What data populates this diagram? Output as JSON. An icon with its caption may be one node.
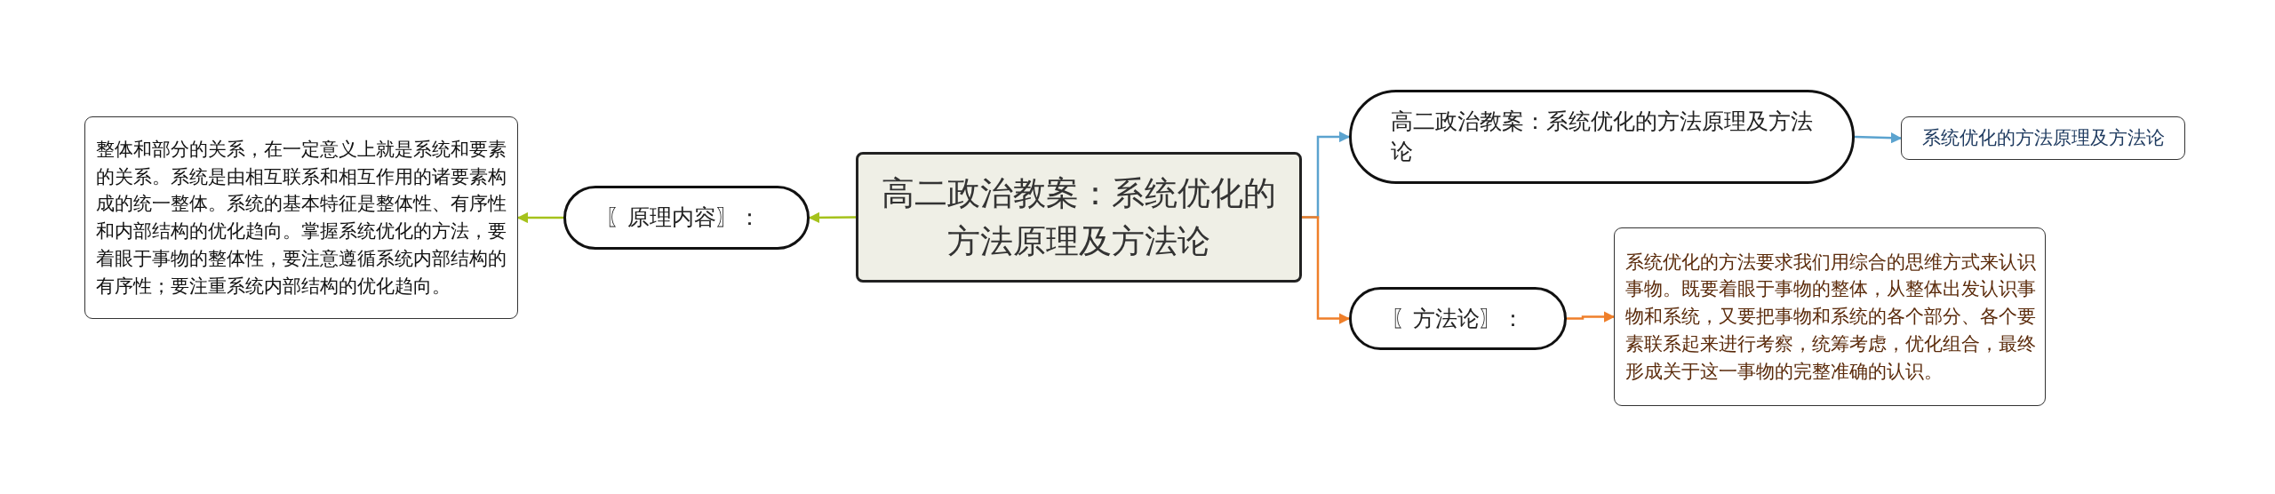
{
  "diagram": {
    "nodes": [
      {
        "text": [
          "高二政治教案：系统优化的方法原理及方法论"
        ]
      },
      {
        "text": [
          "〖原理内容〗："
        ]
      },
      {
        "text": [
          "整体和部分的关系，在一定意义上就是系统和要素的关系。系统是由相互联系和相互作用的诸要素构成的统一整体。系统的基本特征是整体性、有序性和内部结构的优化趋向。掌握系统优化的方法，要着眼于事物的整体性，要注意遵循系统内部结构的有序性；要注重系统内部结构的优化趋向。"
        ]
      },
      {
        "text": [
          "高二政治教案：系统优化的方法原理及方法论"
        ]
      },
      {
        "text": [
          "系统优化的方法原理及方法论"
        ]
      },
      {
        "text": [
          "〖方法论〗："
        ]
      },
      {
        "text": [
          "系统优化的方法要求我们用综合的思维方式来认识事物。既要着眼于事物的整体，从整体出发认识事物和系统，又要把事物和系统的各个部分、各个要素联系起来进行考察，统筹考虑，优化组合，最终形成关于这一事物的完整准确的认识。"
        ]
      }
    ],
    "edges": [
      {
        "from": 0,
        "to": 1,
        "arrow": "to",
        "color": "#a5c21b"
      },
      {
        "from": 1,
        "to": 2,
        "arrow": "to",
        "color": "#a5c21b"
      },
      {
        "from": 0,
        "to": 3,
        "arrow": "to",
        "color": "#5ba3cf"
      },
      {
        "from": 3,
        "to": 4,
        "arrow": "to",
        "color": "#5ba3cf"
      },
      {
        "from": 0,
        "to": 5,
        "arrow": "to",
        "color": "#ef7f2a"
      },
      {
        "from": 5,
        "to": 6,
        "arrow": "to",
        "color": "#ef7f2a"
      }
    ]
  }
}
